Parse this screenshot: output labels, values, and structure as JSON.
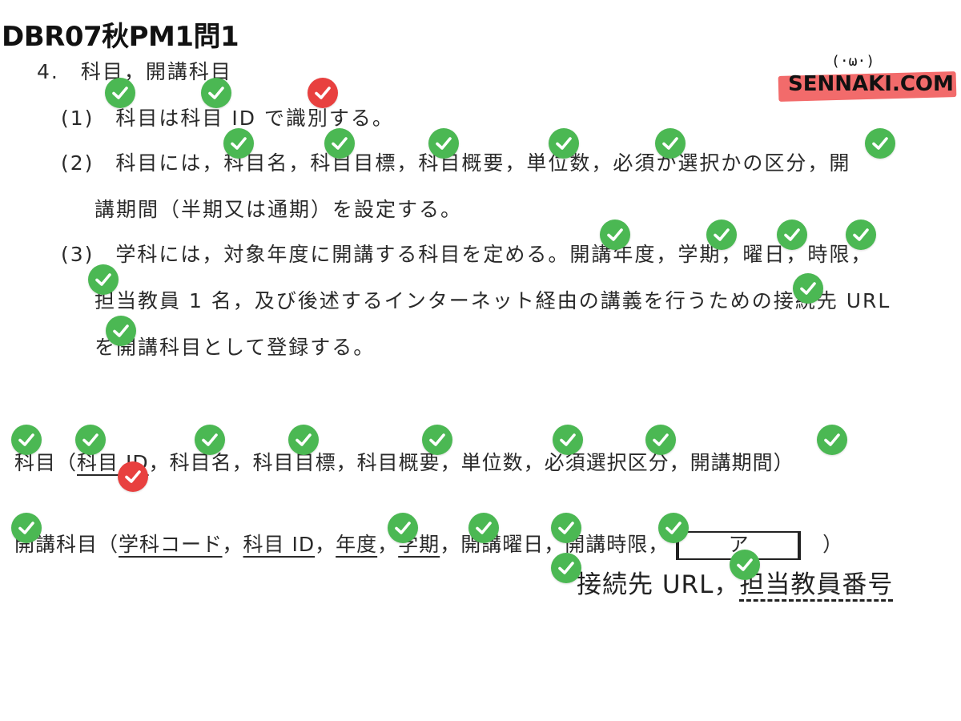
{
  "title": "DBR07秋PM1問1",
  "logo": {
    "text": "SENNAKI.COM",
    "face": "(·ω·)"
  },
  "section": {
    "heading": "4.　科目，開講科目"
  },
  "items": {
    "i1": "(1)　科目は科目 ID で識別する。",
    "i2a": "(2)　科目には，科目名，科目目標，科目概要，単位数，必須か選択かの区分，開",
    "i2b": "講期間（半期又は通期）を設定する。",
    "i3a": "(3)　学科には，対象年度に開講する科目を定める。開講年度，学期，曜日，時限，",
    "i3b": "担当教員 1 名，及び後述するインターネット経由の講義を行うための接続先 URL",
    "i3c": "を開講科目として登録する。"
  },
  "schema1": {
    "head": "科目（",
    "key": "科目 ID",
    "rest": "，科目名，科目目標，科目概要，単位数，必須選択区分，開講期間）"
  },
  "schema2": {
    "head": "開講科目（",
    "k1": "学科コード",
    "k2": "科目 ID",
    "k3": "年度",
    "k4": "学期",
    "rest": "，開講曜日，開講時限，",
    "blank": "ア",
    "close": "）"
  },
  "answer": {
    "prefix": "接続先 URL，",
    "fk": "担当教員番号"
  },
  "colors": {
    "check_green": "#4bb853",
    "check_red": "#e8403f",
    "logo_bar": "#f26b6b"
  }
}
